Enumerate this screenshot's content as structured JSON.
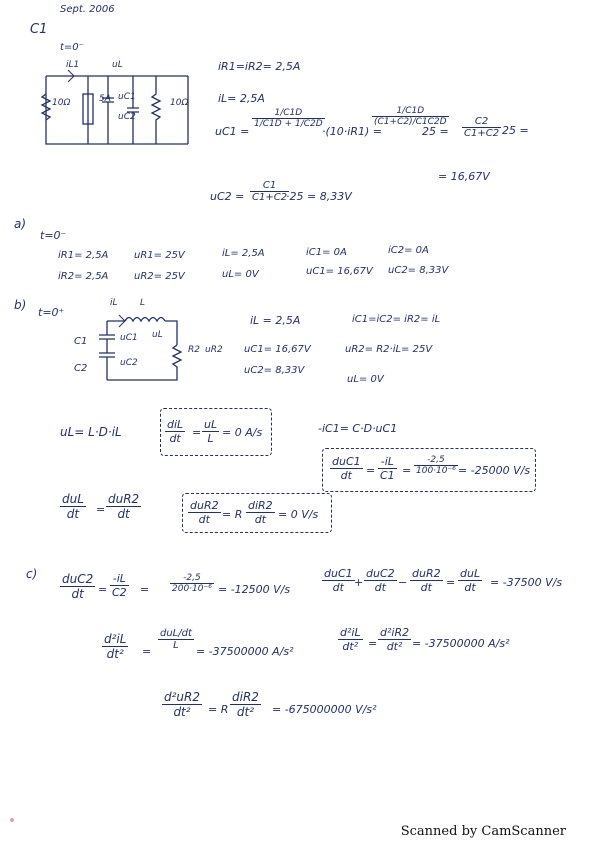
{
  "header": {
    "date": "Sept. 2006",
    "problem": "C1"
  },
  "part0": {
    "time": "t=0⁻",
    "circuit_labels": [
      "iL1",
      "uL",
      "10Ω",
      "5A",
      "uC1",
      "uC2",
      "10Ω"
    ],
    "currents": "iR1=iR2= 2,5A",
    "inductor": "iL= 2,5A",
    "uc1_lhs": "uC1 =",
    "uc1_eq": "25 =",
    "uc1_result": "= 16,67V",
    "uc2_lhs": "uC2 =",
    "uc2_eq": "·25 = 8,33V"
  },
  "part_a": {
    "label": "a)",
    "time": "t=0⁻",
    "row1": [
      "iR1= 2,5A",
      "uR1= 25V",
      "iL= 2,5A",
      "iC1= 0A",
      "iC2= 0A"
    ],
    "row2": [
      "iR2= 2,5A",
      "uR2= 25V",
      "uL= 0V",
      "uC1= 16,67V",
      "uC2= 8,33V"
    ]
  },
  "part_b": {
    "label": "b)",
    "time": "t=0⁺",
    "circuit_labels": [
      "iL",
      "L",
      "uL",
      "C1",
      "uC1",
      "C2",
      "uC2",
      "R2",
      "uR2"
    ],
    "values_left": [
      "iL = 2,5A",
      "uC1= 16,67V",
      "uC2= 8,33V"
    ],
    "values_right": [
      "iC1=iC2= iR2= iL",
      "uR2= R2·iL= 25V",
      "uL= 0V"
    ],
    "ul_law": "uL= L·D·iL",
    "ic1_law": "-iC1= C·D·uC1",
    "dil_result": "= 0 A/s",
    "duc1_result": "= -25000 V/s",
    "dur2_result": "= 0 V/s"
  },
  "part_c": {
    "label": "c)",
    "duc2_result": "= -12500 V/s",
    "dul_result": "= -37500 V/s",
    "d2il_result": "= -37500000 A/s²",
    "d2ir2_result": "= -37500000 A/s²",
    "d2ur2_result": "= -675000000 V/s²"
  },
  "footer": {
    "scanner": "Scanned by CamScanner"
  }
}
